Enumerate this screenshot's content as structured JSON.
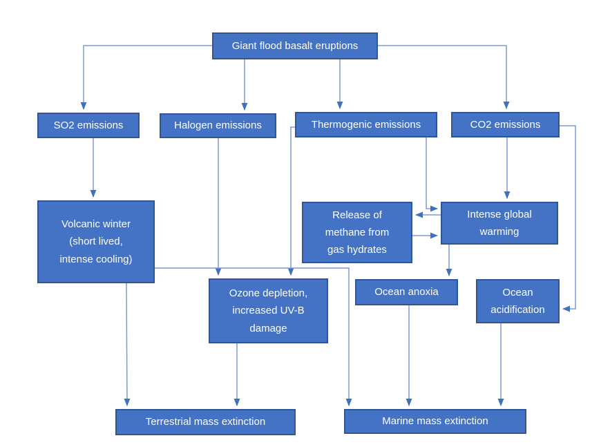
{
  "diagram": {
    "title": "Giant flood basalt eruptions flowchart",
    "colors": {
      "box_fill": "#4472c4",
      "box_border": "#2f5597",
      "box_text": "#ffffff",
      "connector_line": "#7b99d9",
      "arrowhead": "#4170bd",
      "background": "#ffffff"
    }
  },
  "nodes": {
    "giant": {
      "label": "Giant flood basalt eruptions",
      "lines": [
        "Giant flood basalt eruptions"
      ]
    },
    "so2": {
      "label": "SO2 emissions",
      "lines": [
        "SO2 emissions"
      ]
    },
    "halogen": {
      "label": "Halogen emissions",
      "lines": [
        "Halogen emissions"
      ]
    },
    "thermogenic": {
      "label": "Thermogenic emissions",
      "lines": [
        "Thermogenic emissions"
      ]
    },
    "co2": {
      "label": "CO2 emissions",
      "lines": [
        "CO2 emissions"
      ]
    },
    "volcanic_winter": {
      "label": "Volcanic winter (short lived, intense cooling)",
      "lines": [
        "Volcanic winter",
        "(short lived,",
        "intense cooling)"
      ]
    },
    "methane": {
      "label": "Release of methane from gas hydrates",
      "lines": [
        "Release of",
        "methane from",
        "gas hydrates"
      ]
    },
    "warming": {
      "label": "Intense global warming",
      "lines": [
        "Intense global",
        "warming"
      ]
    },
    "ozone": {
      "label": "Ozone depletion, increased UV-B damage",
      "lines": [
        "Ozone depletion,",
        "increased UV-B",
        "damage"
      ]
    },
    "anoxia": {
      "label": "Ocean anoxia",
      "lines": [
        "Ocean anoxia"
      ]
    },
    "acidification": {
      "label": "Ocean acidification",
      "lines": [
        "Ocean",
        "acidification"
      ]
    },
    "terrestrial": {
      "label": "Terrestrial mass extinction",
      "lines": [
        "Terrestrial mass extinction"
      ]
    },
    "marine": {
      "label": "Marine mass extinction",
      "lines": [
        "Marine mass extinction"
      ]
    }
  },
  "edges": [
    {
      "from": "Giant flood basalt eruptions",
      "to": "SO2 emissions"
    },
    {
      "from": "Giant flood basalt eruptions",
      "to": "Halogen emissions"
    },
    {
      "from": "Giant flood basalt eruptions",
      "to": "Thermogenic emissions"
    },
    {
      "from": "Giant flood basalt eruptions",
      "to": "CO2 emissions"
    },
    {
      "from": "SO2 emissions",
      "to": "Volcanic winter (short lived, intense cooling)"
    },
    {
      "from": "Halogen emissions",
      "to": "Ozone depletion, increased UV-B damage"
    },
    {
      "from": "Thermogenic emissions",
      "to": "Ozone depletion, increased UV-B damage"
    },
    {
      "from": "Thermogenic emissions",
      "to": "Intense global warming"
    },
    {
      "from": "CO2 emissions",
      "to": "Intense global warming"
    },
    {
      "from": "CO2 emissions",
      "to": "Ocean acidification"
    },
    {
      "from": "Intense global warming",
      "to": "Release of methane from gas hydrates"
    },
    {
      "from": "Release of methane from gas hydrates",
      "to": "Intense global warming"
    },
    {
      "from": "Intense global warming",
      "to": "Ocean anoxia"
    },
    {
      "from": "Volcanic winter (short lived, intense cooling)",
      "to": "Terrestrial mass extinction"
    },
    {
      "from": "Volcanic winter (short lived, intense cooling)",
      "to": "Marine mass extinction"
    },
    {
      "from": "Ozone depletion, increased UV-B damage",
      "to": "Terrestrial mass extinction"
    },
    {
      "from": "Ocean anoxia",
      "to": "Marine mass extinction"
    },
    {
      "from": "Ocean acidification",
      "to": "Marine mass extinction"
    }
  ]
}
